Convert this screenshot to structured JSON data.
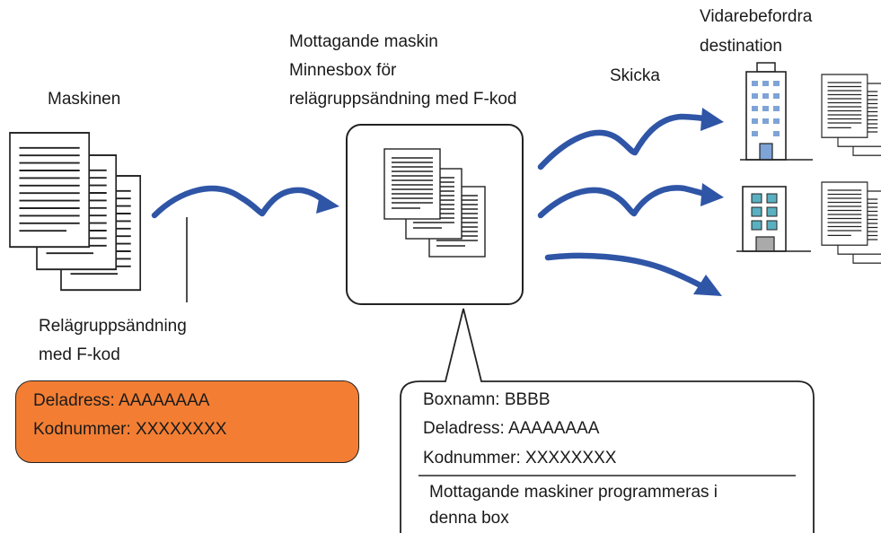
{
  "labels": {
    "machine": "Maskinen",
    "relay_line1": "Relägruppsändning",
    "relay_line2": "med F-kod",
    "receiving_line1": "Mottagande maskin",
    "receiving_line2": "Minnesbox för",
    "receiving_line3": "relägruppsändning med F-kod",
    "send": "Skicka",
    "forward_line1": "Vidarebefordra",
    "forward_line2": "destination"
  },
  "sender_box": {
    "subaddress": "Deladress: AAAAAAAA",
    "passcode": "Kodnummer: XXXXXXXX"
  },
  "mailbox_callout": {
    "box_name": "Boxnamn: BBBB",
    "subaddress": "Deladress: AAAAAAAA",
    "passcode": "Kodnummer: XXXXXXXX",
    "note_line1": "Mottagande maskiner programmeras i",
    "note_line2": "denna box"
  },
  "colors": {
    "arrow": "#2f55a6",
    "sender_box_fill": "#f37e33",
    "building_window": "#7ea3d6"
  }
}
